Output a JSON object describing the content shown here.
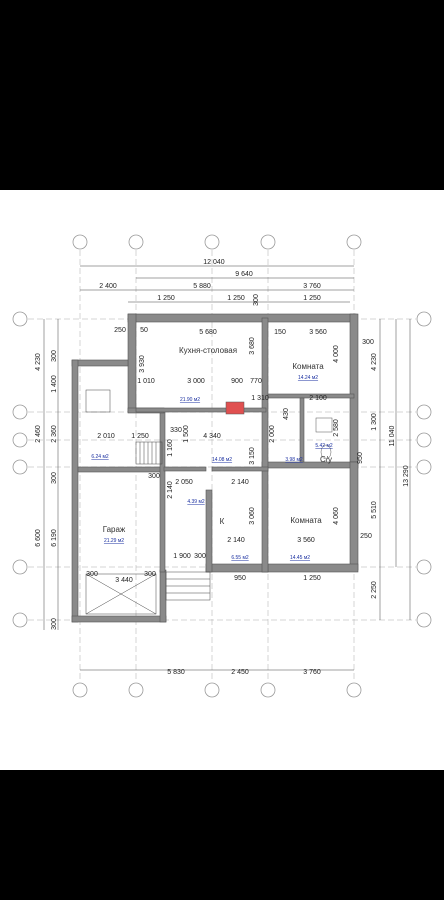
{
  "plan": {
    "rooms": [
      {
        "key": "kitchen",
        "name": "Кухня-столовая",
        "area": "21.90 м2"
      },
      {
        "key": "room1",
        "name": "Комната",
        "area": "14.24 м2"
      },
      {
        "key": "room2",
        "name": "Комната",
        "area": "14.45 м2"
      },
      {
        "key": "garage",
        "name": "Гараж",
        "area": "21.29 м2"
      },
      {
        "key": "bath",
        "name": "С/у",
        "area": "5.42 м2"
      },
      {
        "key": "k",
        "name": "К",
        "area": ""
      }
    ],
    "areas": {
      "hall": "14.08 м2",
      "store": "6.24 м2",
      "boiler": "4.39 м2",
      "entry": "6.55 м2",
      "wc": "3.98 м2"
    },
    "dims_top": {
      "overall": "12 040",
      "sub": "9 640",
      "seg1": "2 400",
      "seg2": "5 880",
      "seg3": "3 760",
      "w1": "1 250",
      "w2": "1 250",
      "w3": "1 250",
      "w4": "300"
    },
    "dims_left": {
      "a1": "4 230",
      "a2": "2 460",
      "a3": "6 600",
      "b1": "1 400",
      "b2": "2 360",
      "b3": "6 190",
      "b4": "300",
      "b5": "300",
      "b6": "300"
    },
    "dims_right": {
      "r1": "4 230",
      "r2": "1 300",
      "r3": "5 510",
      "r4": "2 250",
      "overall": "13 290",
      "sub": "11 040",
      "r5": "950",
      "r6": "300"
    },
    "dims_bottom": {
      "b1": "5 830",
      "b2": "2 450",
      "b3": "3 760"
    },
    "inner": {
      "k1": "5 680",
      "k2": "3 930",
      "k3": "3 000",
      "k4": "1 010",
      "k5": "900",
      "k6": "770",
      "k7": "3 680",
      "r1": "3 560",
      "r2": "4 000",
      "r3": "1 310",
      "r4": "2 100",
      "h1": "4 340",
      "h2": "2 010",
      "h3": "1 250",
      "h4": "330",
      "h5": "1 160",
      "h6": "1 500",
      "h7": "2 050",
      "h8": "2 140",
      "h9": "2 140",
      "h10": "3 150",
      "h11": "2 000",
      "h12": "430",
      "h13": "2 580",
      "g1": "3 440",
      "g2": "1 900",
      "g3": "2 140",
      "g4": "3 060",
      "g5": "3 560",
      "g6": "4 060",
      "g7": "950",
      "g8": "1 250",
      "t150": "150",
      "t50": "50",
      "t250": "250",
      "t300": "300",
      "t950": "950"
    }
  },
  "colors": {
    "wall": "#8a8a8a",
    "wall_edge": "#555555",
    "axis": "#888888",
    "stove": "#e05050",
    "area_text": "#1a2fa0"
  }
}
